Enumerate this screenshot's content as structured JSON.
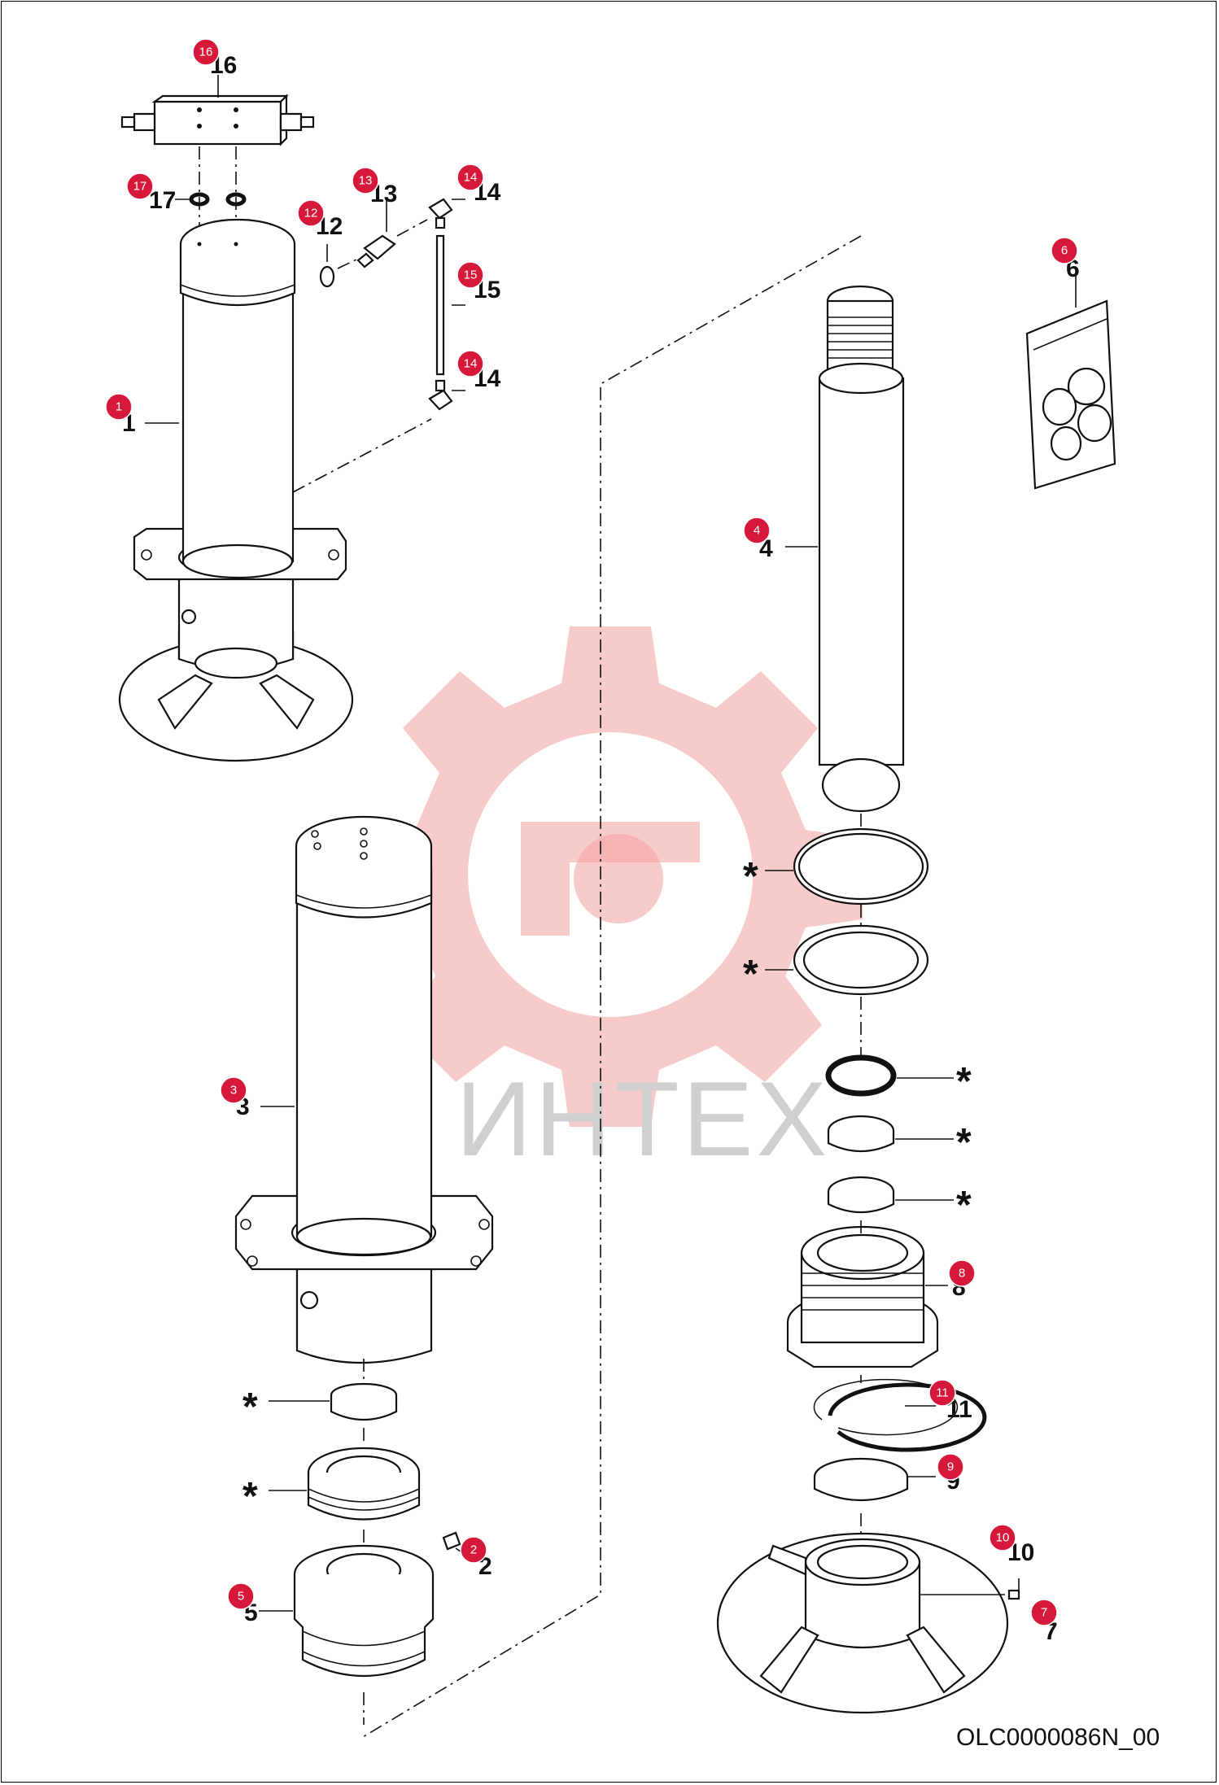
{
  "watermark": {
    "text": "ИНТЕХ"
  },
  "document_id": "OLC0000086N_00",
  "seal_marker": "*",
  "callouts": [
    {
      "id": "1",
      "label": "1"
    },
    {
      "id": "2",
      "label": "2"
    },
    {
      "id": "3",
      "label": "3"
    },
    {
      "id": "4",
      "label": "4"
    },
    {
      "id": "5",
      "label": "5"
    },
    {
      "id": "6",
      "label": "6"
    },
    {
      "id": "7",
      "label": "7"
    },
    {
      "id": "8",
      "label": "8"
    },
    {
      "id": "9",
      "label": "9"
    },
    {
      "id": "10",
      "label": "10"
    },
    {
      "id": "11",
      "label": "11"
    },
    {
      "id": "12",
      "label": "12"
    },
    {
      "id": "13",
      "label": "13"
    },
    {
      "id": "14a",
      "label": "14"
    },
    {
      "id": "14b",
      "label": "14"
    },
    {
      "id": "15",
      "label": "15"
    },
    {
      "id": "16",
      "label": "16"
    },
    {
      "id": "17",
      "label": "17"
    }
  ],
  "colors": {
    "badge": "#d6193a",
    "line": "#111111",
    "watermark": "#f3a0a0"
  }
}
